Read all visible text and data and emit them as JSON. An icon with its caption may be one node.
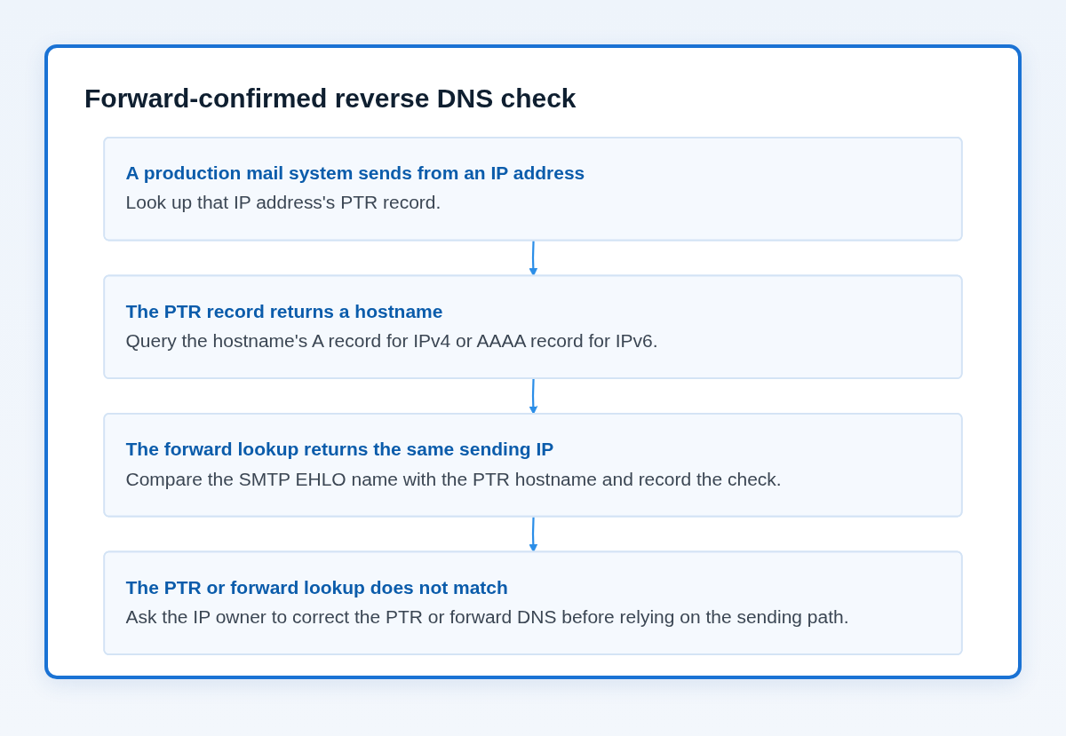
{
  "diagram": {
    "title": "Forward-confirmed reverse DNS check",
    "nodes": [
      {
        "text": [
          "A production mail system sends from an IP address",
          "Look up that IP address's PTR record."
        ]
      },
      {
        "text": [
          "The PTR record returns a hostname",
          "Query the hostname's A record for IPv4 or AAAA record for IPv6."
        ]
      },
      {
        "text": [
          "The forward lookup returns the same sending IP",
          "Compare the SMTP EHLO name with the PTR hostname and record the check."
        ]
      },
      {
        "text": [
          "The PTR or forward lookup does not match",
          "Ask the IP owner to correct the PTR or forward DNS before relying on the sending path."
        ]
      }
    ],
    "edges": [
      {
        "from": 0,
        "to": 1,
        "arrow": "to"
      },
      {
        "from": 1,
        "to": 2,
        "arrow": "to"
      },
      {
        "from": 2,
        "to": 3,
        "arrow": "to"
      }
    ]
  }
}
